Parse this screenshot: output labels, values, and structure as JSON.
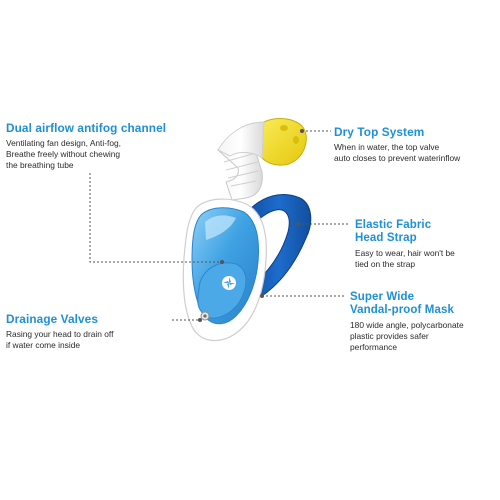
{
  "callouts": {
    "dual_airflow": {
      "title": "Dual airflow antifog channel",
      "lines": [
        "Ventilating fan design, Anti-fog,",
        "Breathe freely without chewing",
        "the breathing tube"
      ]
    },
    "drainage": {
      "title": "Drainage Valves",
      "lines": [
        "Rasing your head to drain off",
        "if water come inside"
      ]
    },
    "dry_top": {
      "title": "Dry Top System",
      "lines": [
        "When in water, the top valve",
        "auto closes to prevent waterinflow"
      ]
    },
    "head_strap": {
      "title_lines": [
        "Elastic Fabric",
        "Head Strap"
      ],
      "lines": [
        "Easy to wear, hair won't be",
        "tied on the strap"
      ]
    },
    "super_wide": {
      "title_lines": [
        "Super Wide",
        "Vandal-proof Mask"
      ],
      "lines": [
        "180 wide angle, polycarbonate",
        "plastic provides safer",
        "performance"
      ]
    }
  },
  "colors": {
    "accent_title": "#1e8fd8",
    "mask_frame": "#ffffff",
    "lens_blue": "#3d9fe0",
    "strap_blue": "#1762c0",
    "top_yellow": "#f2de1a",
    "leader_line": "#555555"
  }
}
